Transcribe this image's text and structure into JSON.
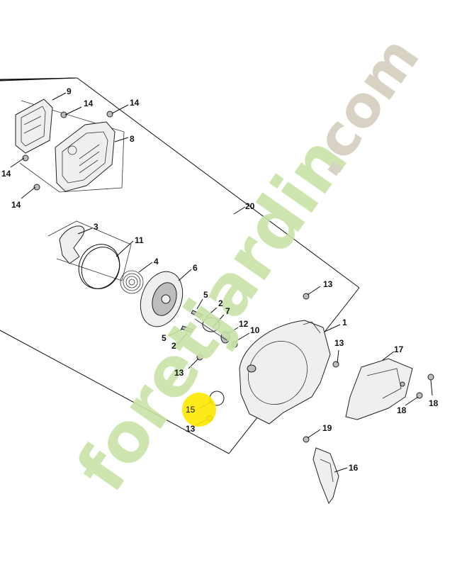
{
  "diagram": {
    "labels": {
      "l1": "1",
      "l2a": "2",
      "l2b": "2",
      "l3": "3",
      "l4": "4",
      "l5a": "5",
      "l5b": "5",
      "l6": "6",
      "l7": "7",
      "l8": "8",
      "l9": "9",
      "l10": "10",
      "l11": "11",
      "l12": "12",
      "l13a": "13",
      "l13b": "13",
      "l13c": "13",
      "l13d": "13",
      "l14a": "14",
      "l14b": "14",
      "l14c": "14",
      "l14d": "14",
      "l15": "15",
      "l16": "16",
      "l17": "17",
      "l18a": "18",
      "l18b": "18",
      "l19": "19",
      "l20": "20"
    },
    "highlight": {
      "part": "15",
      "color": "#ffe800"
    },
    "watermark": {
      "text_green": "foretjardin",
      "text_grey": ".com",
      "color_green": "#c9e3a6",
      "color_grey": "#d3cdbd",
      "color_orange": "#f7c6a0"
    }
  }
}
